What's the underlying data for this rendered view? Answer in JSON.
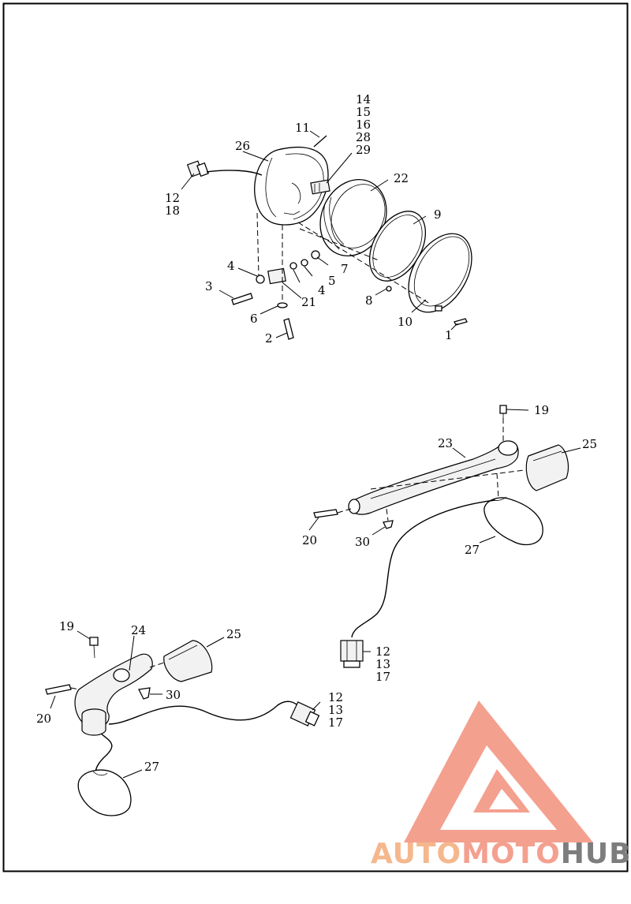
{
  "labels": {
    "h14": "14",
    "h15": "15",
    "h16": "16",
    "h28": "28",
    "h29": "29",
    "h11": "11",
    "h26": "26",
    "h22": "22",
    "h9": "9",
    "h12": "12",
    "h18": "18",
    "h4a": "4",
    "h7": "7",
    "h5": "5",
    "h4b": "4",
    "h21": "21",
    "h3": "3",
    "h6": "6",
    "h8": "8",
    "h10": "10",
    "h1": "1",
    "h2": "2",
    "r19": "19",
    "r23": "23",
    "r25": "25",
    "r20": "20",
    "r30": "30",
    "r27": "27",
    "r12": "12",
    "r13": "13",
    "r17": "17",
    "l19": "19",
    "l24": "24",
    "l25": "25",
    "l30": "30",
    "l20": "20",
    "l12": "12",
    "l13": "13",
    "l17": "17",
    "l27": "27"
  },
  "watermark": {
    "part1": "AUTO",
    "part2": "MOTO",
    "part3": "HUB",
    "color_light": "#f4a08f",
    "color_mid": "#f5b78c",
    "color_gray": "#7d7d7d"
  }
}
